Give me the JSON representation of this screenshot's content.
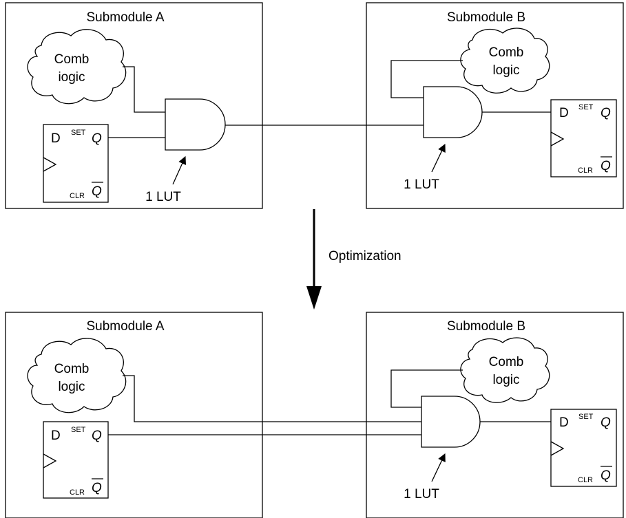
{
  "top": {
    "submodule_a": {
      "title": "Submodule A",
      "cloud": {
        "line1": "Comb",
        "line2": "iogic"
      },
      "flipflop": {
        "d": "D",
        "set": "SET",
        "q": "Q",
        "clr": "CLR",
        "qbar": "Q"
      },
      "lut_label": "1 LUT"
    },
    "submodule_b": {
      "title": "Submodule B",
      "cloud": {
        "line1": "Comb",
        "line2": "logic"
      },
      "flipflop": {
        "d": "D",
        "set": "SET",
        "q": "Q",
        "clr": "CLR",
        "qbar": "Q"
      },
      "lut_label": "1 LUT"
    }
  },
  "optimization_label": "Optimization",
  "bottom": {
    "submodule_a": {
      "title": "Submodule A",
      "cloud": {
        "line1": "Comb",
        "line2": "logic"
      },
      "flipflop": {
        "d": "D",
        "set": "SET",
        "q": "Q",
        "clr": "CLR",
        "qbar": "Q"
      }
    },
    "submodule_b": {
      "title": "Submodule B",
      "cloud": {
        "line1": "Comb",
        "line2": "logic"
      },
      "flipflop": {
        "d": "D",
        "set": "SET",
        "q": "Q",
        "clr": "CLR",
        "qbar": "Q"
      },
      "lut_label": "1 LUT"
    }
  }
}
